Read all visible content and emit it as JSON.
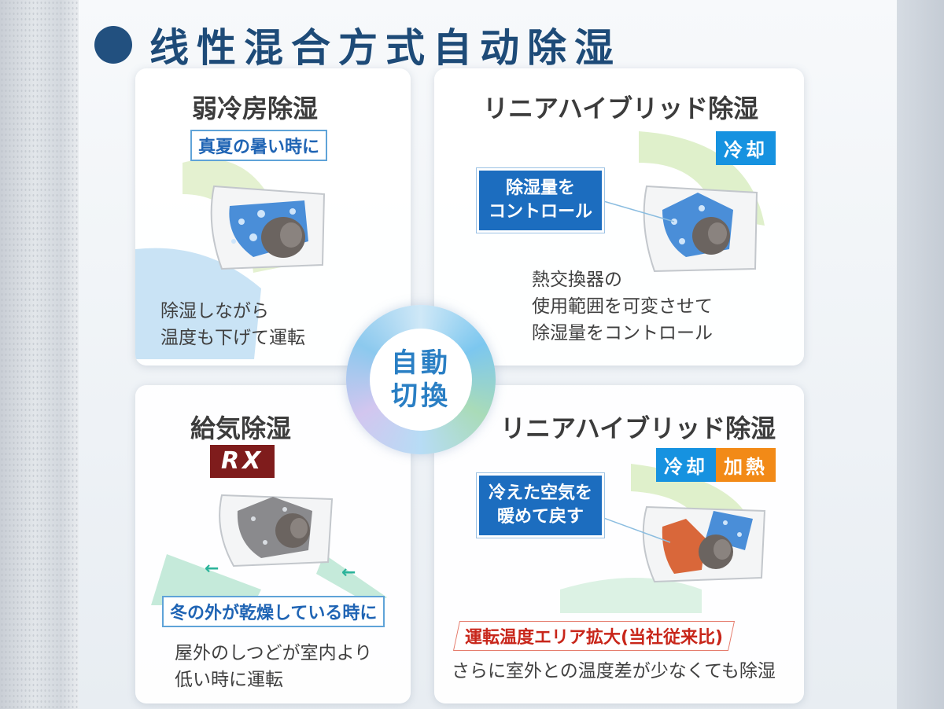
{
  "title": "线性混合方式自动除湿",
  "center": {
    "line1": "自動",
    "line2": "切換"
  },
  "cards": {
    "top_left": {
      "title": "弱冷房除湿",
      "tag": "真夏の暑い時に",
      "description": [
        "除湿しながら",
        "温度も下げて運転"
      ]
    },
    "top_right": {
      "title": "リニアハイブリッド除湿",
      "mode": "冷却",
      "callout": [
        "除湿量を",
        "コントロール"
      ],
      "description": [
        "熱交換器の",
        "使用範囲を可変させて",
        "除湿量をコントロール"
      ]
    },
    "bottom_left": {
      "title": "給気除湿",
      "badge": "RX",
      "tag": "冬の外が乾燥している時に",
      "description": [
        "屋外のしつどが室内より",
        "低い時に運転"
      ]
    },
    "bottom_right": {
      "title": "リニアハイブリッド除湿",
      "mode_cool": "冷却",
      "mode_heat": "加熱",
      "callout": [
        "冷えた空気を",
        "暖めて戻す"
      ],
      "range_label": "運転温度エリア拡大(当社従来比)",
      "description": [
        "さらに室外との温度差が少なくても除湿"
      ]
    }
  },
  "colors": {
    "title_blue": "#1e4b78",
    "tag_blue": "#1692e0",
    "tag_orange": "#f28a17",
    "callout_blue": "#1c6dbf",
    "badge_red": "#7f1c1c",
    "label_red": "#c8261a"
  }
}
